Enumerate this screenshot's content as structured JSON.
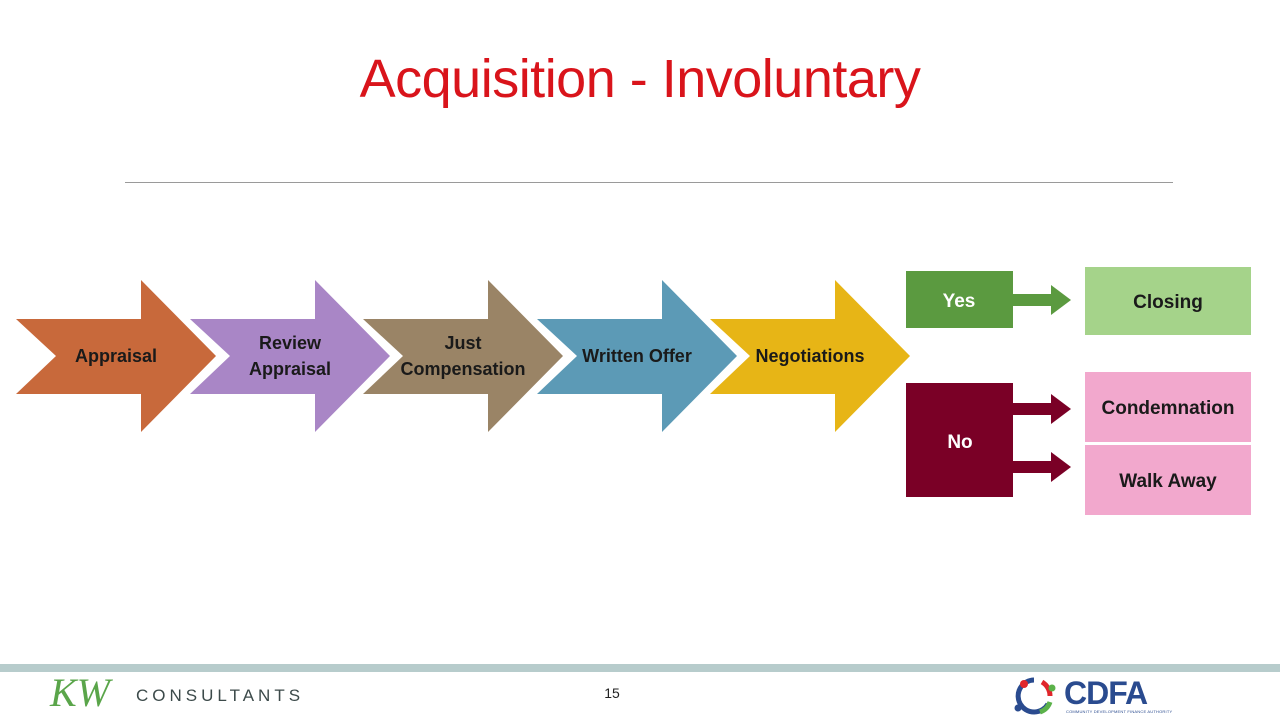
{
  "title": "Acquisition - Involuntary",
  "steps": [
    {
      "lines": [
        "Appraisal"
      ],
      "color": "#c8693b"
    },
    {
      "lines": [
        "Review",
        "Appraisal"
      ],
      "color": "#a986c6"
    },
    {
      "lines": [
        "Just",
        "Compensation"
      ],
      "color": "#9a8466"
    },
    {
      "lines": [
        "Written Offer"
      ],
      "color": "#5c9ab6"
    },
    {
      "lines": [
        "Negotiations"
      ],
      "color": "#e7b516"
    }
  ],
  "branches": {
    "yes": {
      "label": "Yes",
      "color": "#5b9a40"
    },
    "no": {
      "label": "No",
      "color": "#7a0026"
    }
  },
  "outcomes": {
    "closing": {
      "label": "Closing",
      "color": "#a5d38a"
    },
    "condemnation": {
      "label": "Condemnation",
      "color": "#f2a8cd"
    },
    "walk_away": {
      "label": "Walk Away",
      "color": "#f2a8cd"
    }
  },
  "footer": {
    "kw_logo": "KW",
    "consultants": "CONSULTANTS",
    "page_number": "15",
    "cdfa_logo": "CDFA",
    "cdfa_subtitle": "COMMUNITY DEVELOPMENT FINANCE AUTHORITY"
  }
}
